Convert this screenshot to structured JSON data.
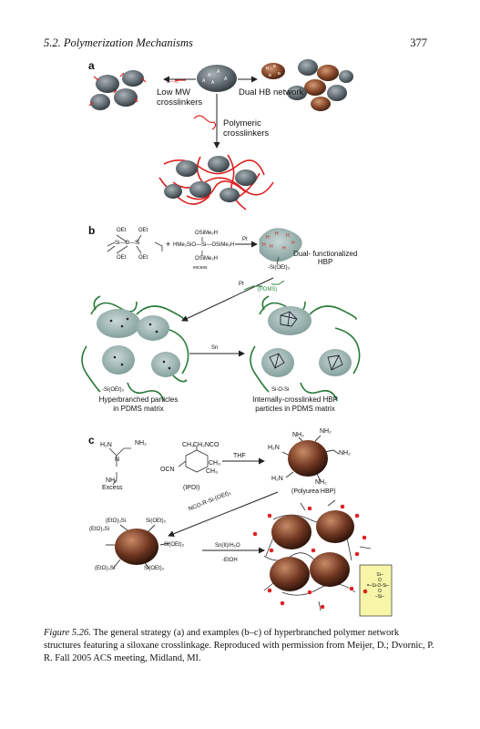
{
  "header": {
    "section": "5.2.  Polymerization Mechanisms",
    "page_number": "377"
  },
  "panel_a": {
    "letter": "a",
    "b_b_label": "B—B",
    "low_mw_label": [
      "Low MW",
      "crosslinkers"
    ],
    "dual_label": "Dual HB network",
    "polymeric_label": [
      "Polymeric",
      "crosslinkers"
    ]
  },
  "panel_b": {
    "letter": "b",
    "silane_groups": [
      "OEt",
      "OEt",
      "OEt",
      "OEt"
    ],
    "silane_core": "Si—O—Si",
    "siloxane_top": "OSiMe₂H",
    "siloxane_mid": "HMe₂SiO—Si—OSiMe₂H",
    "siloxane_bottom": "OSiMe₂H",
    "excess": "excess",
    "pt1": "Pt",
    "dual_func": [
      "Dual- functionalized",
      "HBP"
    ],
    "si_oet": "-Si(OEt)₃",
    "pt2": "Pt",
    "pdms": "(PDMS)",
    "sn": "Sn",
    "si_oet2": "-Si(OEt)₃",
    "sios": "Si-O-Si",
    "hyper_label": [
      "Hyperbranched particles",
      "in PDMS matrix"
    ],
    "internal_label": [
      "Internally-crosslinked HBP",
      "particles in PDMS matrix"
    ]
  },
  "panel_c": {
    "letter": "c",
    "triamine_h2n": "H₂N",
    "triamine_nh2a": "NH₂",
    "triamine_n": "N",
    "triamine_nh2b": "NH₂",
    "excess": "Excess",
    "ipdi_ch3": "CH₃",
    "ipdi_ch2nco": "CH₂NCO",
    "ipdi_ocn": "OCN",
    "ipdi_ch3b": "CH₃",
    "ipdi_ch3c": "CH₃",
    "ipdi_label": "(IPDI)",
    "thf": "THF",
    "polyurea_nh2": [
      "NH₂",
      "NH₂",
      "H₂N",
      "NH₂",
      "H₂N",
      "NH₂"
    ],
    "polyurea_label": "(Polyurea HBP)",
    "nco_label": "NCO-R-Si-(OEt)₃",
    "left_groups": [
      "(EtO)₃Si",
      "Si(OEt)₃",
      "(EtO)₃Si",
      "Si(OEt)₃",
      "(EtO)₃Si",
      "Si(OEt)₃"
    ],
    "sn_h2o": "Sn(II)/H₂O",
    "etoh": "-EtOH",
    "inset": [
      "Si–",
      "O",
      "=–Si-O-Si–",
      "O",
      "–Si–"
    ]
  },
  "caption": {
    "label": "Figure 5.26.",
    "text": "The general strategy (a) and examples (b–c) of hyperbranched polymer network structures featuring a siloxane crosslinkage. Reproduced with permission from Meijer, D.; Dvornic, P. R. Fall 2005 ACS meeting, Midland, MI."
  }
}
